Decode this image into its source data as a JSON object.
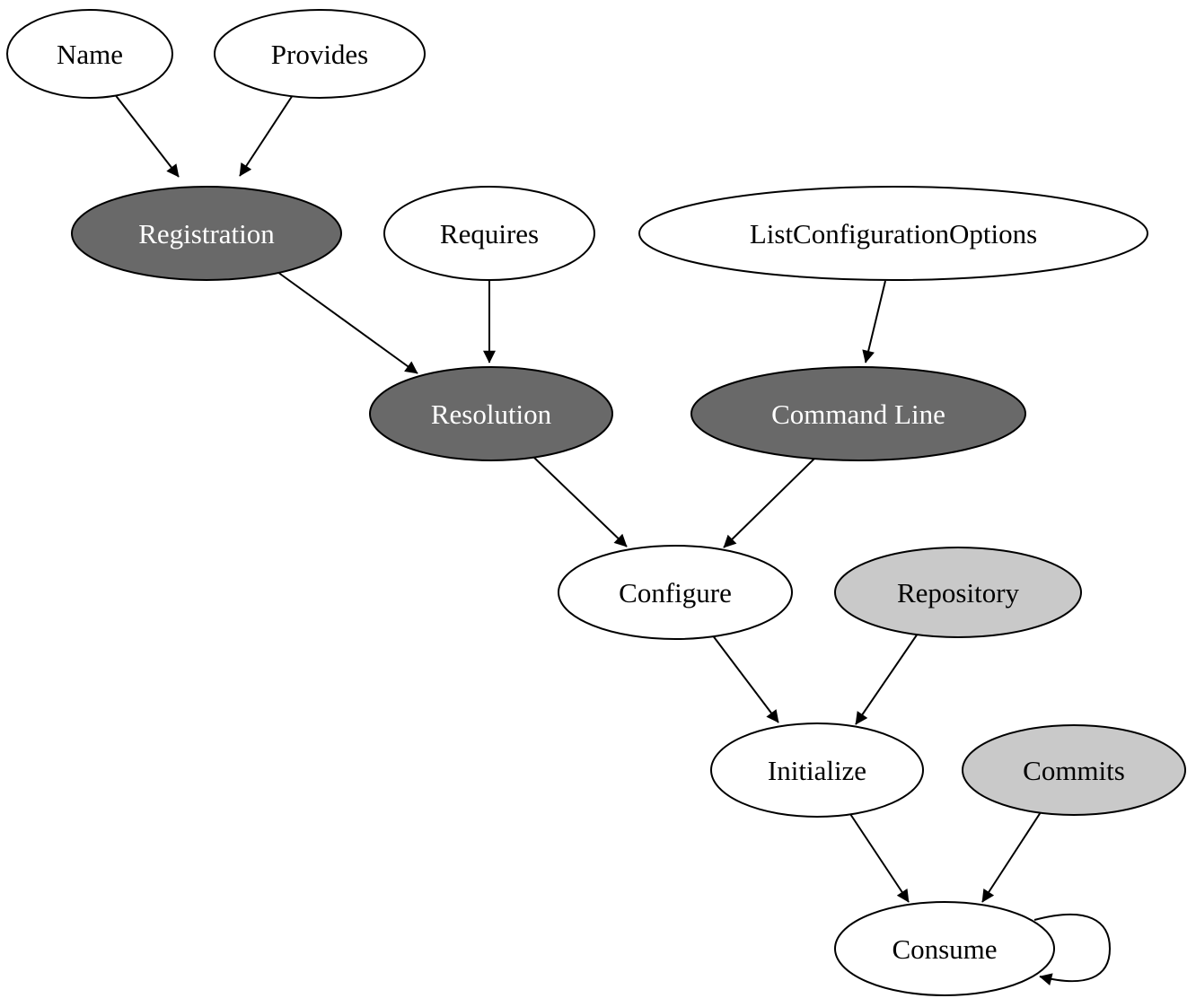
{
  "diagram": {
    "type": "directed-graph",
    "description": "Dependency / lifecycle flow graph with ellipse nodes",
    "colors": {
      "node_dark": "#696969",
      "node_light": "#c9c9c9",
      "node_white": "#ffffff",
      "stroke": "#000000",
      "text_on_dark": "#ffffff",
      "text_on_light": "#000000"
    },
    "nodes": {
      "name": {
        "label": "Name",
        "fill": "white"
      },
      "provides": {
        "label": "Provides",
        "fill": "white"
      },
      "registration": {
        "label": "Registration",
        "fill": "dark"
      },
      "requires": {
        "label": "Requires",
        "fill": "white"
      },
      "list_configuration_options": {
        "label": "ListConfigurationOptions",
        "fill": "white"
      },
      "resolution": {
        "label": "Resolution",
        "fill": "dark"
      },
      "command_line": {
        "label": "Command Line",
        "fill": "dark"
      },
      "configure": {
        "label": "Configure",
        "fill": "white"
      },
      "repository": {
        "label": "Repository",
        "fill": "light"
      },
      "initialize": {
        "label": "Initialize",
        "fill": "white"
      },
      "commits": {
        "label": "Commits",
        "fill": "light"
      },
      "consume": {
        "label": "Consume",
        "fill": "white"
      }
    },
    "edges": [
      {
        "from": "Name",
        "to": "Registration"
      },
      {
        "from": "Provides",
        "to": "Registration"
      },
      {
        "from": "Registration",
        "to": "Resolution"
      },
      {
        "from": "Requires",
        "to": "Resolution"
      },
      {
        "from": "ListConfigurationOptions",
        "to": "Command Line"
      },
      {
        "from": "Resolution",
        "to": "Configure"
      },
      {
        "from": "Command Line",
        "to": "Configure"
      },
      {
        "from": "Configure",
        "to": "Initialize"
      },
      {
        "from": "Repository",
        "to": "Initialize"
      },
      {
        "from": "Initialize",
        "to": "Consume"
      },
      {
        "from": "Commits",
        "to": "Consume"
      },
      {
        "from": "Consume",
        "to": "Consume"
      }
    ]
  }
}
